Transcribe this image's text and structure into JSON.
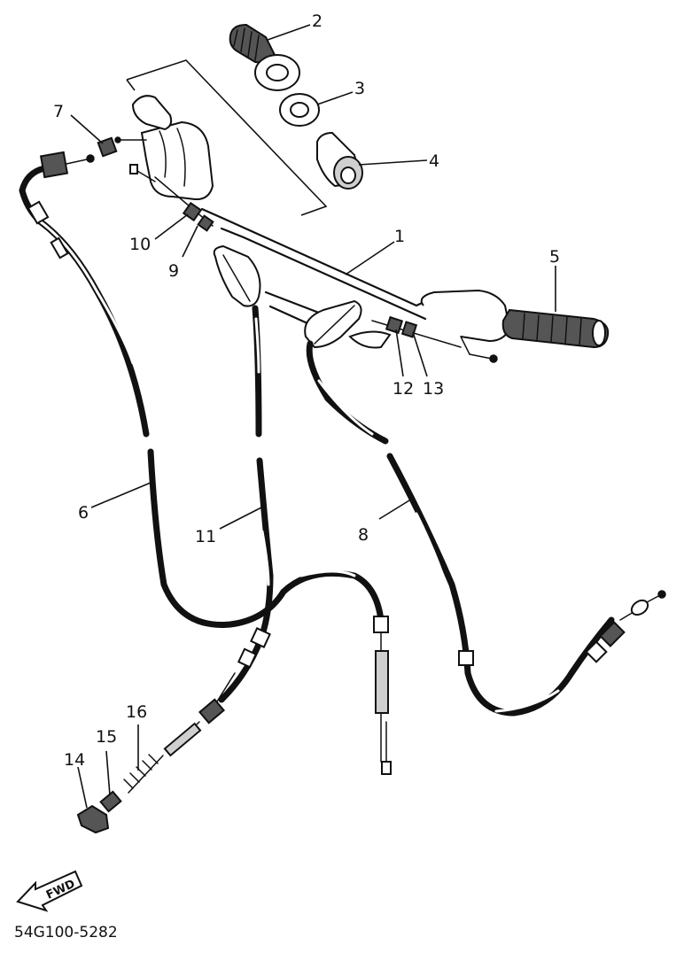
{
  "diagram": {
    "callouts": [
      {
        "id": "1",
        "label": "1"
      },
      {
        "id": "2",
        "label": "2"
      },
      {
        "id": "3",
        "label": "3"
      },
      {
        "id": "4",
        "label": "4"
      },
      {
        "id": "5",
        "label": "5"
      },
      {
        "id": "6",
        "label": "6"
      },
      {
        "id": "7",
        "label": "7"
      },
      {
        "id": "8",
        "label": "8"
      },
      {
        "id": "9",
        "label": "9"
      },
      {
        "id": "10",
        "label": "10"
      },
      {
        "id": "11",
        "label": "11"
      },
      {
        "id": "12",
        "label": "12"
      },
      {
        "id": "13",
        "label": "13"
      },
      {
        "id": "14",
        "label": "14"
      },
      {
        "id": "15",
        "label": "15"
      },
      {
        "id": "16",
        "label": "16"
      }
    ],
    "direction_label": "FWD",
    "part_code": "54G100-5282"
  }
}
